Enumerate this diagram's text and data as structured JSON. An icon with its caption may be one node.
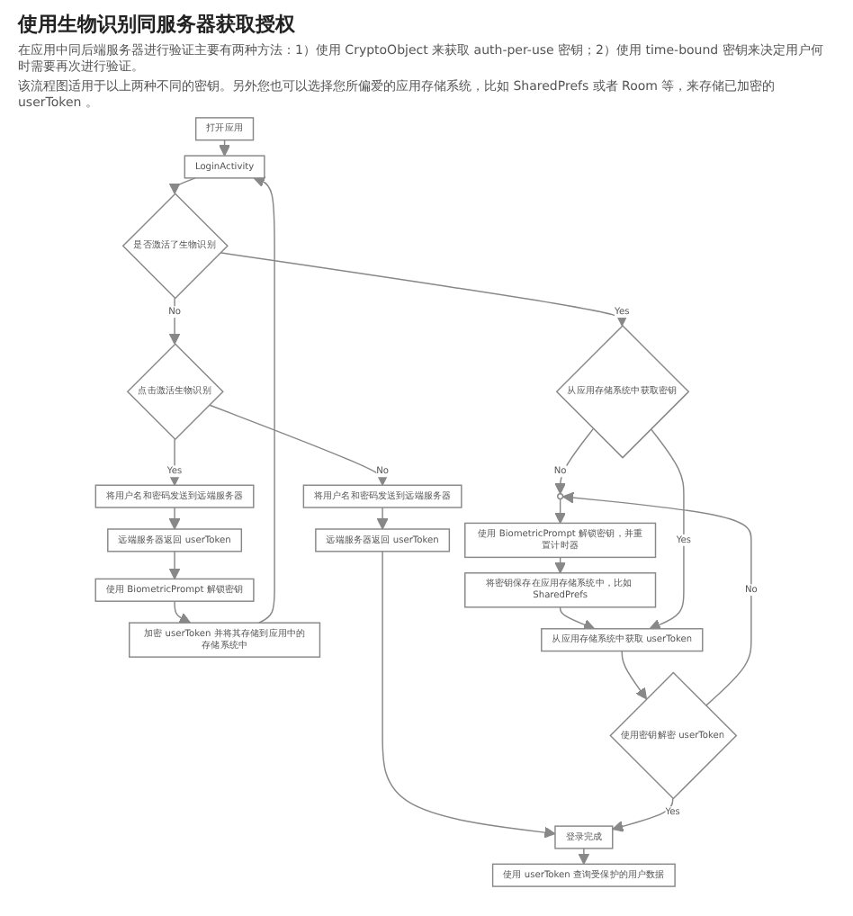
{
  "diagram": {
    "title": "使用生物识别同服务器获取授权",
    "nodes": [
      {
        "text": [
          "打开应用"
        ]
      },
      {
        "text": [
          "LoginActivity"
        ]
      },
      {
        "text": [
          "是否激活了生物识别"
        ]
      },
      {
        "text": [
          "点击激活生物识别"
        ]
      },
      {
        "text": [
          "将用户名和密码发送到远端服务器"
        ]
      },
      {
        "text": [
          "远端服务器返回 userToken"
        ]
      },
      {
        "text": [
          "使用 BiometricPrompt 解锁密钥"
        ]
      },
      {
        "text": [
          "加密 userToken 并将其存储到应用中的存储系统中"
        ]
      },
      {
        "text": [
          "将用户名和密码发送到远端服务器"
        ]
      },
      {
        "text": [
          "远端服务器返回 userToken"
        ]
      },
      {
        "text": [
          "从应用存储系统中获取密钥"
        ]
      },
      {
        "text": [],
        "shape": "circle"
      },
      {
        "text": [
          "使用 BiometricPrompt 解锁密钥，并重置计时器"
        ]
      },
      {
        "text": [
          "将密钥保存在应用存储系统中，比如 SharedPrefs"
        ]
      },
      {
        "text": [
          "从应用存储系统中获取 userToken"
        ]
      },
      {
        "text": [
          "使用密钥解密 userToken"
        ]
      },
      {
        "text": [
          "登录完成"
        ]
      },
      {
        "text": [
          "使用 userToken 查询受保护的用户数据"
        ]
      }
    ],
    "edges": [
      {
        "from": 0,
        "to": 1,
        "arrow": "to"
      },
      {
        "from": 1,
        "to": 2,
        "arrow": "to"
      },
      {
        "from": 2,
        "to": 3,
        "arrow": "to",
        "label": "No"
      },
      {
        "from": 2,
        "to": 10,
        "arrow": "to",
        "label": "Yes"
      },
      {
        "from": 3,
        "to": 4,
        "arrow": "to",
        "label": "Yes"
      },
      {
        "from": 3,
        "to": 8,
        "arrow": "to",
        "label": "No"
      },
      {
        "from": 4,
        "to": 5,
        "arrow": "to"
      },
      {
        "from": 5,
        "to": 6,
        "arrow": "to"
      },
      {
        "from": 6,
        "to": 7,
        "arrow": "to"
      },
      {
        "from": 7,
        "to": 1,
        "arrow": "to"
      },
      {
        "from": 8,
        "to": 9,
        "arrow": "to"
      },
      {
        "from": 9,
        "to": 16,
        "arrow": "to"
      },
      {
        "from": 10,
        "to": 11,
        "arrow": "to",
        "label": "No"
      },
      {
        "from": 11,
        "to": 12,
        "arrow": "to"
      },
      {
        "from": 12,
        "to": 13,
        "arrow": "to"
      },
      {
        "from": 13,
        "to": 14,
        "arrow": "to"
      },
      {
        "from": 15,
        "to": 11,
        "arrow": "to",
        "label": "No"
      },
      {
        "from": 10,
        "to": 14,
        "arrow": "to",
        "label": "Yes"
      },
      {
        "from": 14,
        "to": 15,
        "arrow": "to"
      },
      {
        "from": 15,
        "to": 16,
        "arrow": "to",
        "label": "Yes"
      },
      {
        "from": 16,
        "to": 17,
        "arrow": "to"
      }
    ],
    "labels": [
      "在应用中同后端服务器进行验证主要有两种方法：1）使用 CryptoObject 来获取 auth-per-use 密钥；2）使用 time-bound 密钥来决定用户何时需要再次进行验证。",
      "该流程图适用于以上两种不同的密钥。另外您也可以选择您所偏爱的应用存储系统，比如 SharedPrefs 或者 Room 等，来存储已加密的 userToken 。"
    ]
  }
}
